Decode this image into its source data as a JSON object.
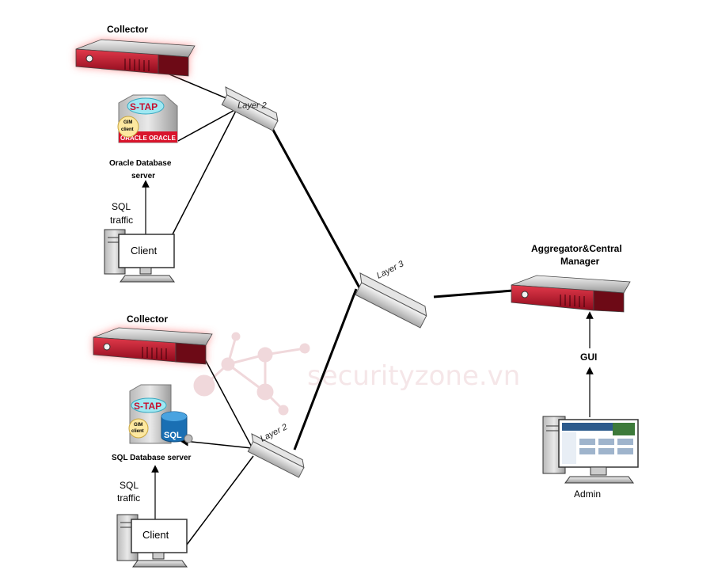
{
  "labels": {
    "collector_top": "Collector",
    "collector_bottom": "Collector",
    "oracle_server": "Oracle Database",
    "oracle_server_2": "server",
    "sql_traffic_top_1": "SQL",
    "sql_traffic_top_2": "traffic",
    "client_top": "Client",
    "sql_server": "SQL Database server",
    "sql_traffic_bottom_1": "SQL",
    "sql_traffic_bottom_2": "traffic",
    "client_bottom": "Client",
    "aggregator_1": "Aggregator&Central",
    "aggregator_2": "Manager",
    "gui": "GUI",
    "admin": "Admin",
    "switch_top": "Layer 2",
    "switch_mid": "Layer 3",
    "switch_bottom": "Layer 2",
    "stap_top": "S-TAP",
    "stap_bottom": "S-TAP",
    "gim": "GIM",
    "client_small": "client",
    "oracle_logo": "ORACLE",
    "sql_badge": "SQL",
    "watermark": "securityzone.vn"
  },
  "colors": {
    "appliance_red": "#c8102e",
    "glow": "#ff5a5a",
    "line": "#000000",
    "watermark": "#d9a3aa"
  }
}
